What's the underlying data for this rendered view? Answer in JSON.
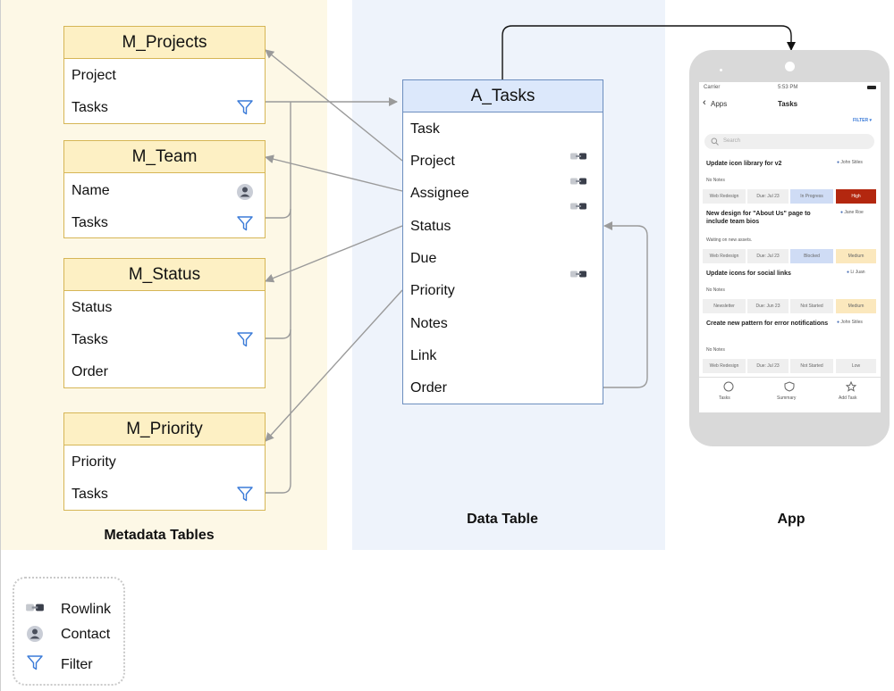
{
  "sections": {
    "metadata": "Metadata Tables",
    "data": "Data Table",
    "app": "App"
  },
  "tables": {
    "m_projects": {
      "title": "M_Projects",
      "rows": [
        "Project",
        "Tasks"
      ]
    },
    "m_team": {
      "title": "M_Team",
      "rows": [
        "Name",
        "Tasks"
      ]
    },
    "m_status": {
      "title": "M_Status",
      "rows": [
        "Status",
        "Tasks",
        "Order"
      ]
    },
    "m_priority": {
      "title": "M_Priority",
      "rows": [
        "Priority",
        "Tasks"
      ]
    },
    "a_tasks": {
      "title": "A_Tasks",
      "rows": [
        "Task",
        "Project",
        "Assignee",
        "Status",
        "Due",
        "Priority",
        "Notes",
        "Link",
        "Order"
      ]
    }
  },
  "legend": {
    "rowlink": "Rowlink",
    "contact": "Contact",
    "filter": "Filter"
  },
  "phone": {
    "carrier": "Carrier",
    "time": "5:53 PM",
    "back": "Apps",
    "title": "Tasks",
    "filter": "FILTER ▾",
    "search": "Search",
    "tasks": [
      {
        "title": "Update icon library for v2",
        "assignee": "John Stiles",
        "notes": "No Notes",
        "chips": [
          "Web Redesign",
          "Due: Jul 23",
          "In Progress",
          "High"
        ]
      },
      {
        "title": "New design for \"About Us\" page to include team bios",
        "assignee": "Jane Roe",
        "notes": "Waiting on new assets.",
        "chips": [
          "Web Redesign",
          "Due: Jul 23",
          "Blocked",
          "Medium"
        ]
      },
      {
        "title": "Update icons for social links",
        "assignee": "Li Juan",
        "notes": "No Notes",
        "chips": [
          "Newsletter",
          "Due: Jun 23",
          "Not Started",
          "Medium"
        ]
      },
      {
        "title": "Create new pattern for error notifications",
        "assignee": "John Stiles",
        "notes": "No Notes",
        "chips": [
          "Web Redesign",
          "Due: Jul 23",
          "Not Started",
          "Low"
        ]
      }
    ],
    "tabs": [
      "Tasks",
      "Summary",
      "Add Task"
    ]
  },
  "colors": {
    "meta_bg": "#fdf8e6",
    "data_bg": "#eef3fb",
    "meta_header": "#fdf0c4",
    "meta_border": "#d6b656",
    "data_header": "#dce8fb",
    "data_border": "#6c8ebf",
    "connector": "#9a9a9a",
    "filter_icon": "#3b7bd8",
    "chip_in_progress": "#cfdcf5",
    "chip_high": "#b3270f",
    "chip_medium": "#fbe8bd",
    "chip_blocked": "#cfdcf5"
  },
  "icons": {
    "filter": "filter-funnel-icon",
    "rowlink": "rowlink-icon",
    "contact": "contact-person-icon"
  }
}
